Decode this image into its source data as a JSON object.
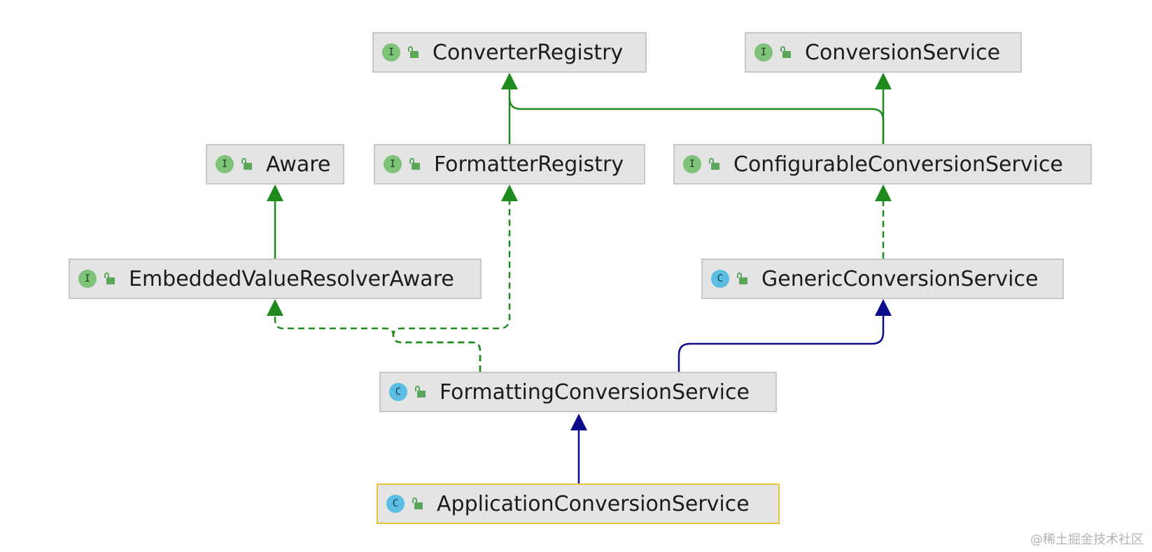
{
  "colors": {
    "interface_badge": "#7fc27a",
    "class_badge": "#5bbde4",
    "extends_interface_edge": "#1e8a1e",
    "extends_class_edge": "#0b0b8c",
    "node_fill": "#e4e4e4",
    "selected_border": "#e8c63a"
  },
  "nodes": {
    "converter_registry": {
      "name": "ConverterRegistry",
      "badge": "I",
      "kind": "interface"
    },
    "conversion_service": {
      "name": "ConversionService",
      "badge": "I",
      "kind": "interface"
    },
    "aware": {
      "name": "Aware",
      "badge": "I",
      "kind": "interface"
    },
    "formatter_registry": {
      "name": "FormatterRegistry",
      "badge": "I",
      "kind": "interface"
    },
    "configurable_conversion_service": {
      "name": "ConfigurableConversionService",
      "badge": "I",
      "kind": "interface"
    },
    "embedded_value_resolver_aware": {
      "name": "EmbeddedValueResolverAware",
      "badge": "I",
      "kind": "interface"
    },
    "generic_conversion_service": {
      "name": "GenericConversionService",
      "badge": "C",
      "kind": "class"
    },
    "formatting_conversion_service": {
      "name": "FormattingConversionService",
      "badge": "C",
      "kind": "class"
    },
    "application_conversion_service": {
      "name": "ApplicationConversionService",
      "badge": "C",
      "kind": "class",
      "selected": true
    }
  },
  "edges": [
    {
      "from": "formatter_registry",
      "to": "converter_registry",
      "style": "solid",
      "relation": "extends"
    },
    {
      "from": "configurable_conversion_service",
      "to": "converter_registry",
      "style": "solid",
      "relation": "extends"
    },
    {
      "from": "configurable_conversion_service",
      "to": "conversion_service",
      "style": "solid",
      "relation": "extends"
    },
    {
      "from": "embedded_value_resolver_aware",
      "to": "aware",
      "style": "solid",
      "relation": "extends"
    },
    {
      "from": "generic_conversion_service",
      "to": "configurable_conversion_service",
      "style": "dashed",
      "relation": "implements"
    },
    {
      "from": "formatting_conversion_service",
      "to": "formatter_registry",
      "style": "dashed",
      "relation": "implements"
    },
    {
      "from": "formatting_conversion_service",
      "to": "embedded_value_resolver_aware",
      "style": "dashed",
      "relation": "implements"
    },
    {
      "from": "formatting_conversion_service",
      "to": "generic_conversion_service",
      "style": "solid",
      "relation": "extends"
    },
    {
      "from": "application_conversion_service",
      "to": "formatting_conversion_service",
      "style": "solid",
      "relation": "extends"
    }
  ],
  "watermark": "@稀土掘金技术社区"
}
